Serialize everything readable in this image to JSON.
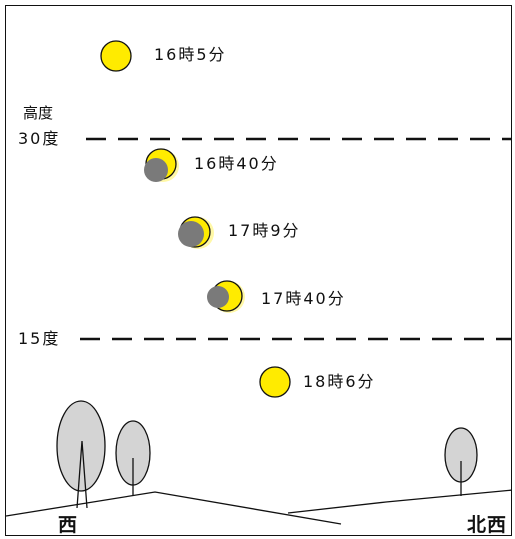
{
  "axis": {
    "title": "高度",
    "line_30": "30度",
    "line_15": "15度"
  },
  "directions": {
    "west": "西",
    "northwest": "北西"
  },
  "sun_positions": [
    {
      "time": "16時5分",
      "eclipse": "none"
    },
    {
      "time": "16時40分",
      "eclipse": "partial-lower-left"
    },
    {
      "time": "17時9分",
      "eclipse": "max"
    },
    {
      "time": "17時40分",
      "eclipse": "partial-left"
    },
    {
      "time": "18時6分",
      "eclipse": "none"
    }
  ],
  "colors": {
    "sun": "#ffeb00",
    "sun_outline": "#111111",
    "shadow": "#7a7a7a",
    "tree": "#d4d4d4"
  }
}
